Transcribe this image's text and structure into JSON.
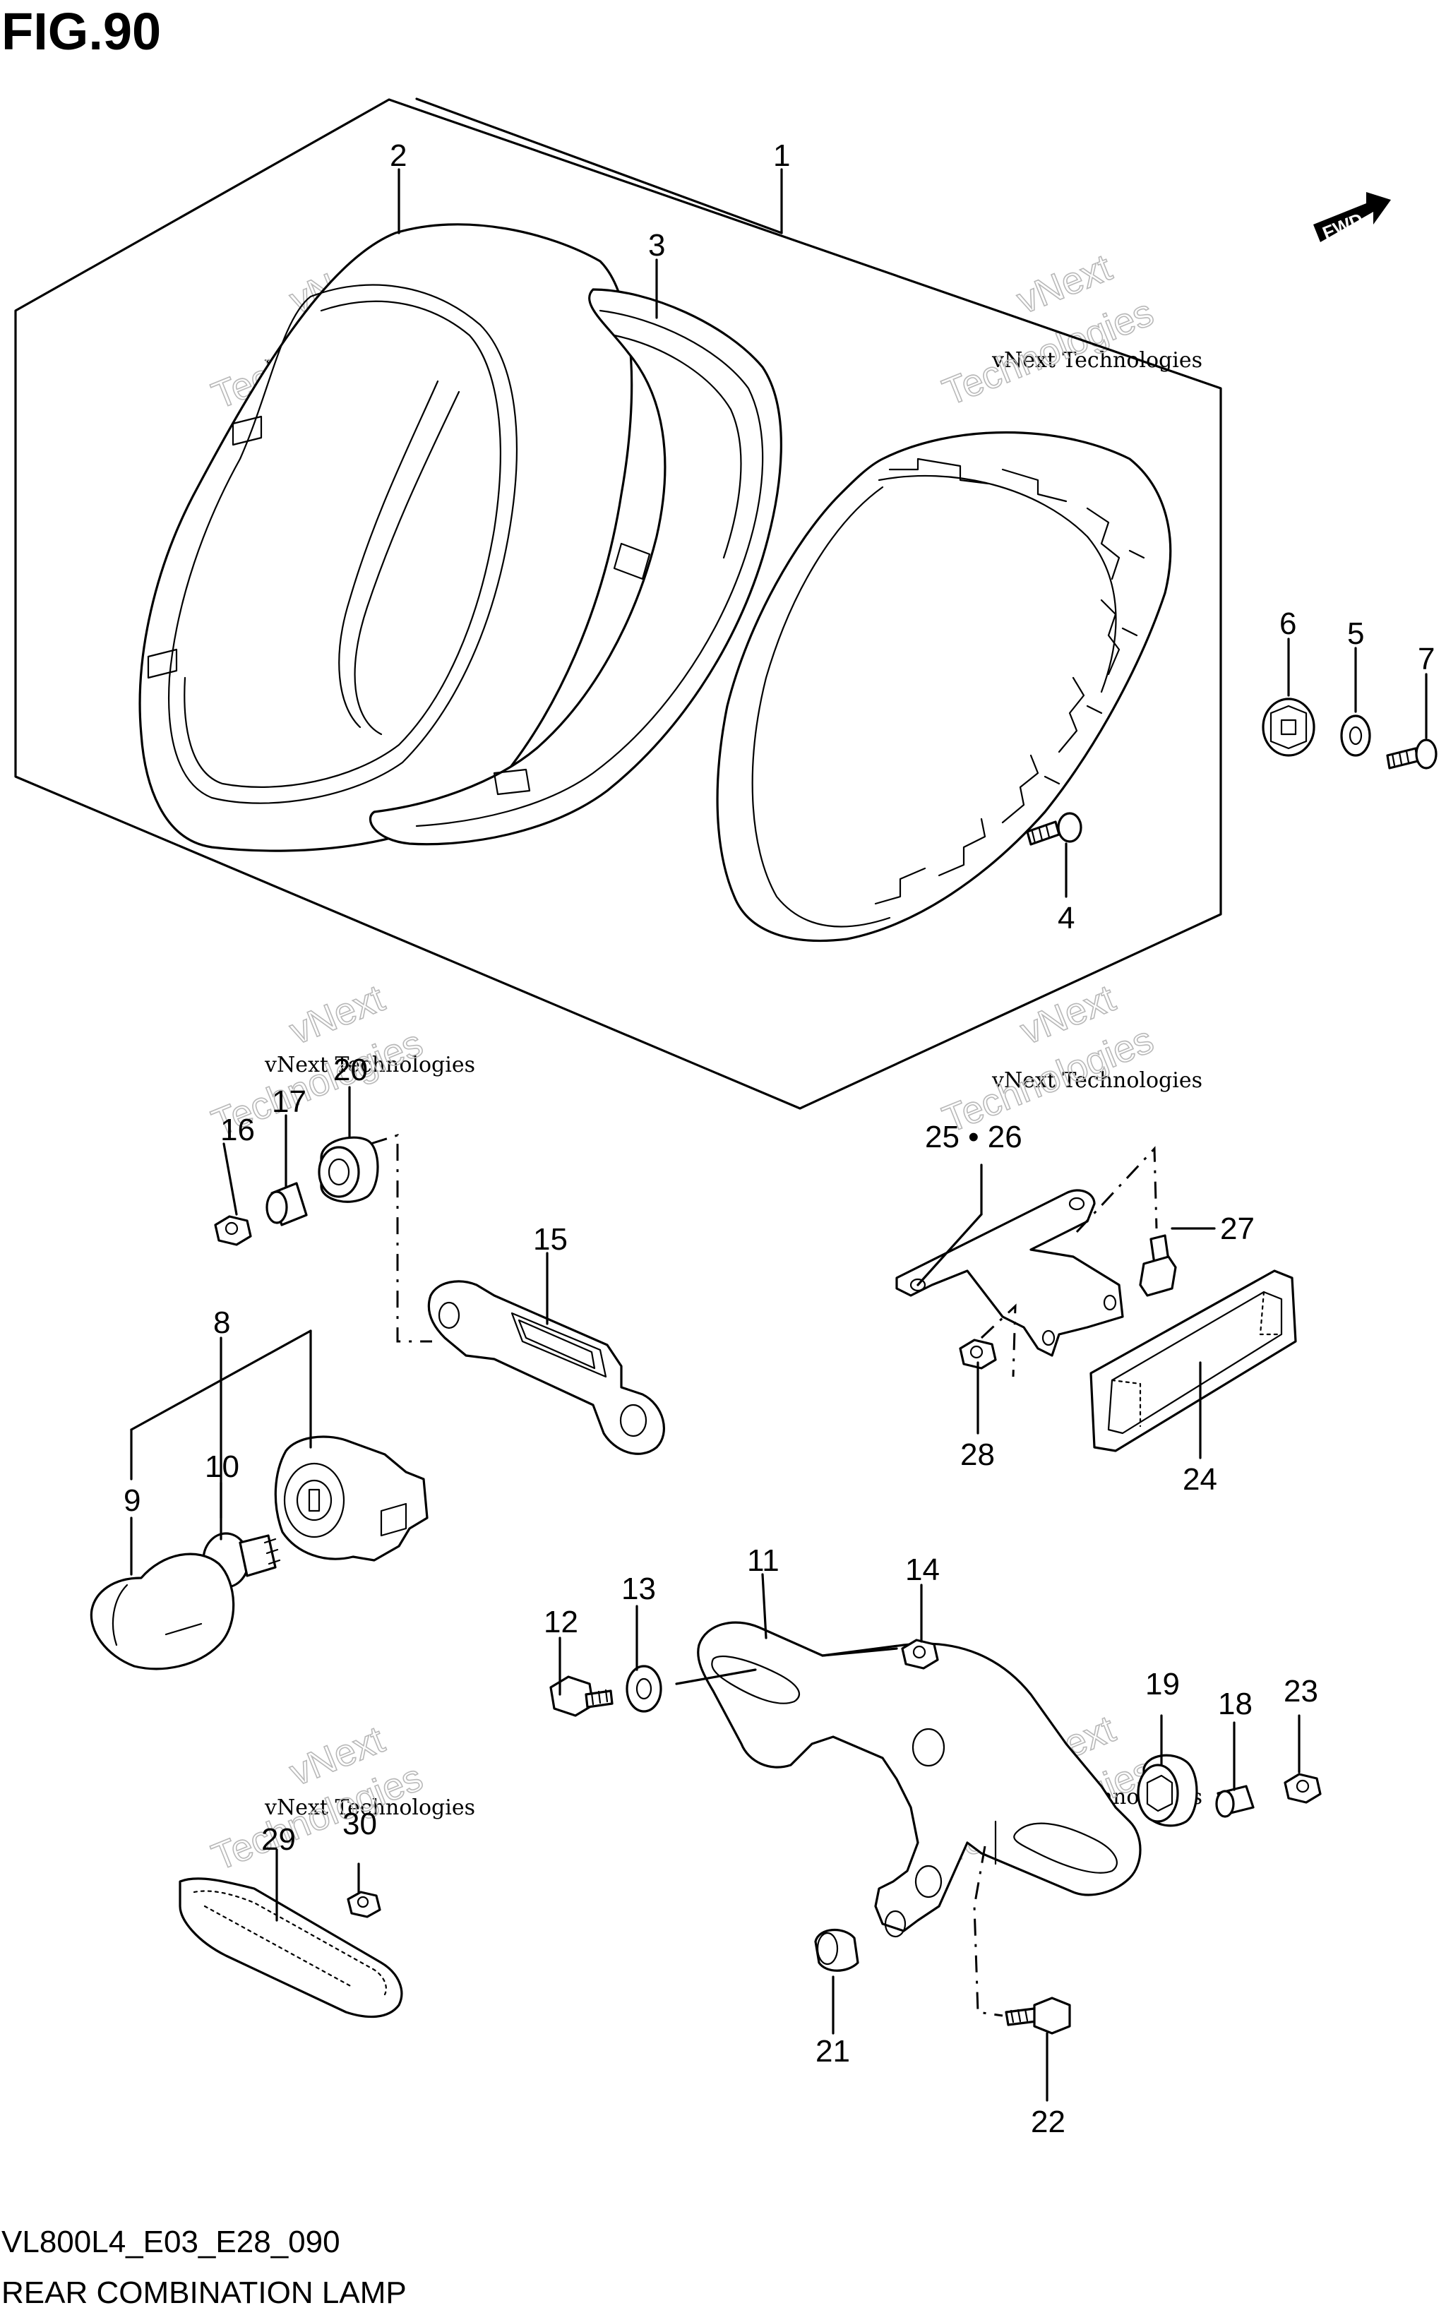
{
  "figure_title": "FIG.90",
  "diagram_code": "VL800L4_E03_E28_090",
  "diagram_name": "REAR COMBINATION LAMP",
  "direction_marker": "FWD",
  "watermark": {
    "line1": "vNext Technologies",
    "line2": "vNext",
    "line3": "Technologies"
  },
  "callouts": {
    "p1": "1",
    "p2": "2",
    "p3": "3",
    "p4": "4",
    "p5": "5",
    "p6": "6",
    "p7": "7",
    "p8": "8",
    "p9": "9",
    "p10": "10",
    "p11": "11",
    "p12": "12",
    "p13": "13",
    "p14": "14",
    "p15": "15",
    "p16": "16",
    "p17": "17",
    "p18": "18",
    "p19": "19",
    "p20": "20",
    "p21": "21",
    "p22": "22",
    "p23": "23",
    "p24": "24",
    "p25_26": "25 • 26",
    "p27": "27",
    "p28": "28",
    "p29": "29",
    "p30": "30"
  },
  "icons": {
    "fwd": "fwd-arrow-icon"
  }
}
